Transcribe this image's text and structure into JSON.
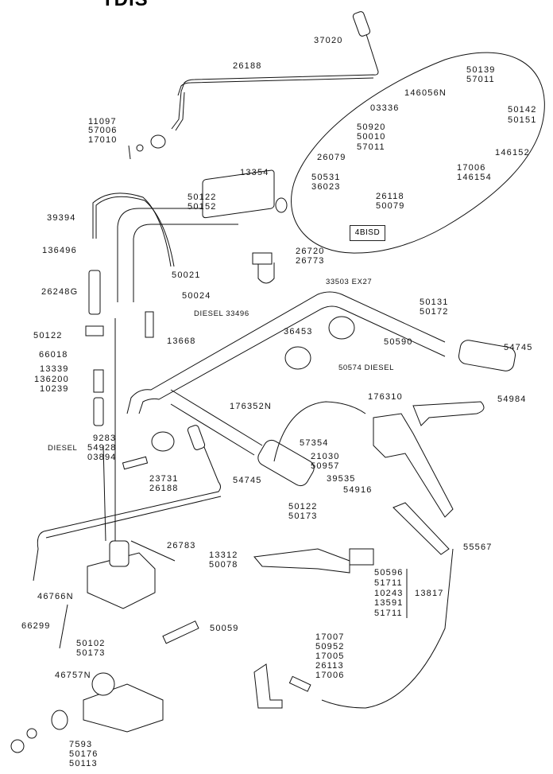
{
  "title": "TDIS",
  "detail_box_label": "4BISD",
  "labels": {
    "p37020": "37020",
    "p26188_top": "26188",
    "p11097": "11097",
    "p57006": "57006",
    "p17010": "17010",
    "p13354": "13354",
    "p50122_a": "50122",
    "p50152": "50152",
    "p39394": "39394",
    "p136496": "136496",
    "p50021": "50021",
    "p50024": "50024",
    "p26248G": "26248G",
    "p50122_b": "50122",
    "p66018": "66018",
    "p13668": "13668",
    "p13339": "13339",
    "p136200": "136200",
    "p10239": "10239",
    "p26720": "26720",
    "p26773": "26773",
    "p33503": "33503  EX27",
    "p33496": "DIESEL 33496",
    "p36453": "36453",
    "p50590": "50590",
    "p50574": "50574  DIESEL",
    "p50131": "50131",
    "p50172": "50172",
    "p54745_a": "54745",
    "p176352N": "176352N",
    "p176310": "176310",
    "p54984": "54984",
    "p9283": "9283",
    "p54928": "54928",
    "p03894": "03894",
    "diesel_group": "DIESEL",
    "p57354": "57354",
    "p21030": "21030",
    "p50957": "50957",
    "p39535": "39535",
    "p54916": "54916",
    "p23731": "23731",
    "p26188_mid": "26188",
    "p54745_b": "54745",
    "p50122_c": "50122",
    "p50173_a": "50173",
    "p26783": "26783",
    "p13312": "13312",
    "p50078": "50078",
    "p55567": "55567",
    "p50596": "50596",
    "p51711_a": "51711",
    "p10243": "10243",
    "p13591": "13591",
    "p51711_b": "51711",
    "p13817": "13817",
    "p46766N": "46766N",
    "p66299": "66299",
    "p50059": "50059",
    "p50102": "50102",
    "p50173_b": "50173",
    "p46757N": "46757N",
    "p7593": "7593",
    "p50176": "50176",
    "p50113": "50113",
    "p17007": "17007",
    "p50952": "50952",
    "p17005": "17005",
    "p26113": "26113",
    "p17006_b": "17006",
    "d50139": "50139",
    "d57011_a": "57011",
    "d146056N": "146056N",
    "d50142": "50142",
    "d50151": "50151",
    "d03336": "03336",
    "d50920": "50920",
    "d50010": "50010",
    "d57011_b": "57011",
    "d146152": "146152",
    "d26079": "26079",
    "d17006": "17006",
    "d146154": "146154",
    "d50531": "50531",
    "d36023": "36023",
    "d26118": "26118",
    "d50079": "50079"
  }
}
